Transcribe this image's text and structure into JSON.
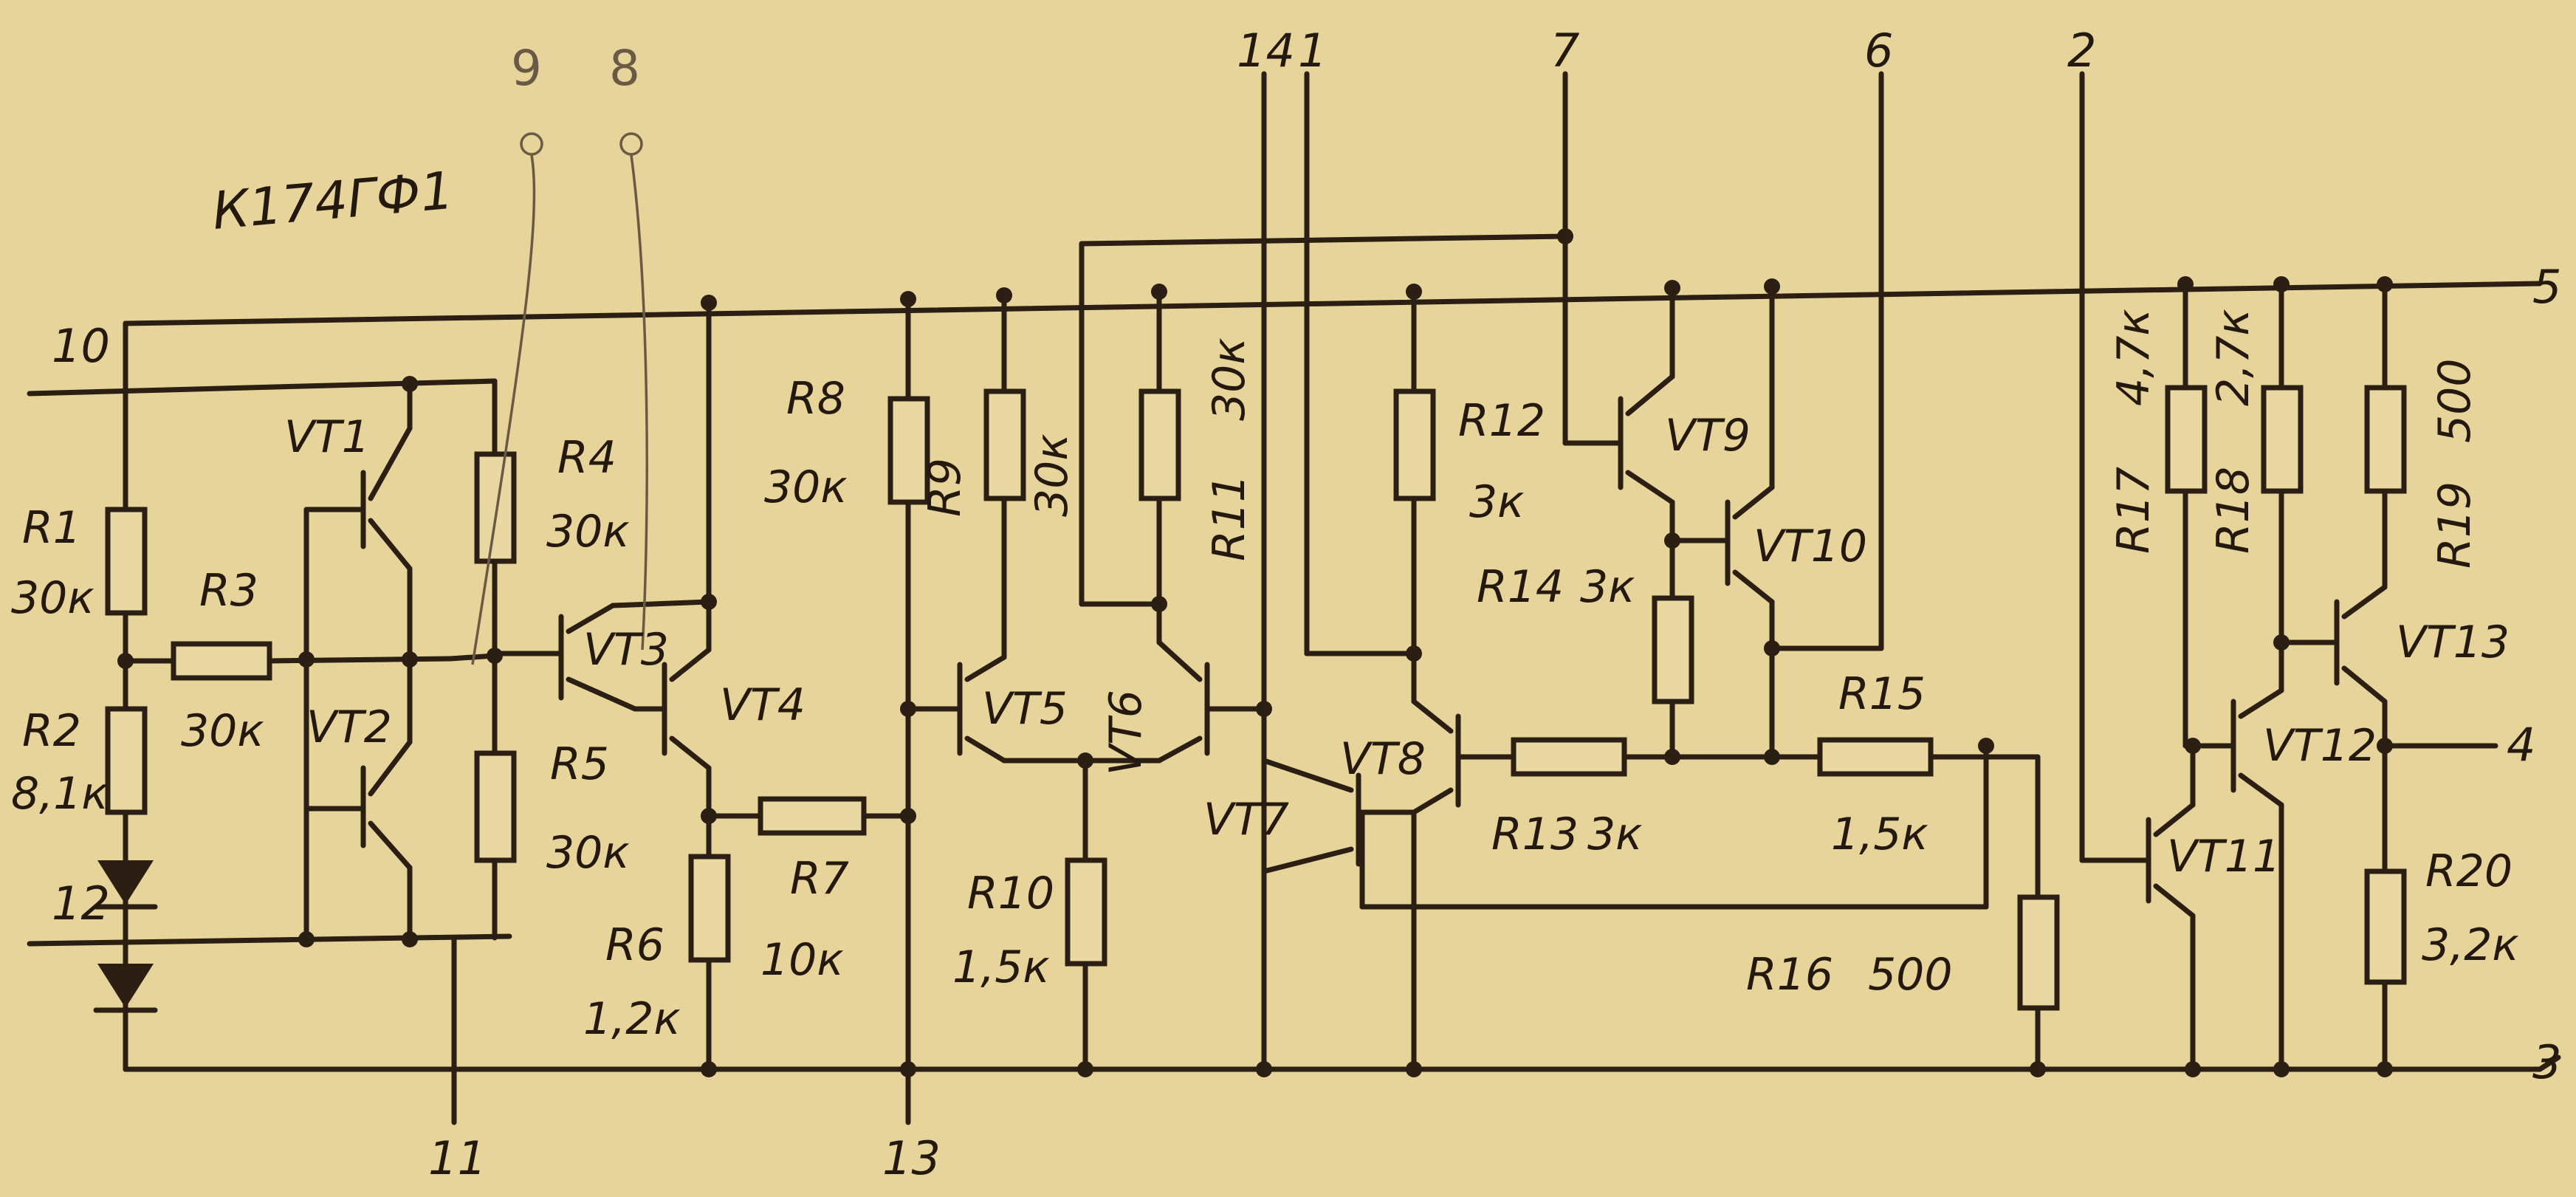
{
  "title": "К174ГФ1",
  "pins": {
    "p10": "10",
    "p12": "12",
    "p11": "11",
    "p13": "13",
    "p14": "14",
    "p1": "1",
    "p7": "7",
    "p6": "6",
    "p2": "2",
    "p5": "5",
    "p4": "4",
    "p3": "3",
    "p9": "9",
    "p8": "8"
  },
  "transistors": {
    "vt1": "VT1",
    "vt2": "VT2",
    "vt3": "VT3",
    "vt4": "VT4",
    "vt5": "VT5",
    "vt6": "VT6",
    "vt7": "VT7",
    "vt8": "VT8",
    "vt9": "VT9",
    "vt10": "VT10",
    "vt11": "VT11",
    "vt12": "VT12",
    "vt13": "VT13"
  },
  "resistors": {
    "r1": {
      "name": "R1",
      "value": "30к"
    },
    "r2": {
      "name": "R2",
      "value": "8,1к"
    },
    "r3": {
      "name": "R3",
      "value": "30к"
    },
    "r4": {
      "name": "R4",
      "value": "30к"
    },
    "r5": {
      "name": "R5",
      "value": "30к"
    },
    "r6": {
      "name": "R6",
      "value": "1,2к"
    },
    "r7": {
      "name": "R7",
      "value": "10к"
    },
    "r8": {
      "name": "R8",
      "value": "30к"
    },
    "r9": {
      "name": "R9",
      "value": "30к"
    },
    "r10": {
      "name": "R10",
      "value": "1,5к"
    },
    "r11": {
      "name": "R11",
      "value": "30к"
    },
    "r12": {
      "name": "R12",
      "value": "3к"
    },
    "r13": {
      "name": "R13",
      "value": "3к"
    },
    "r14": {
      "name": "R14",
      "value": "3к"
    },
    "r15": {
      "name": "R15",
      "value": "1,5к"
    },
    "r16": {
      "name": "R16",
      "value": "500"
    },
    "r17": {
      "name": "R17",
      "value": "4,7к"
    },
    "r18": {
      "name": "R18",
      "value": "2,7к"
    },
    "r19": {
      "name": "R19",
      "value": "500"
    },
    "r20": {
      "name": "R20",
      "value": "3,2к"
    }
  },
  "colors": {
    "paper": "#e6d49a",
    "ink": "#2a1f12",
    "pencil": "#6a5a45"
  }
}
